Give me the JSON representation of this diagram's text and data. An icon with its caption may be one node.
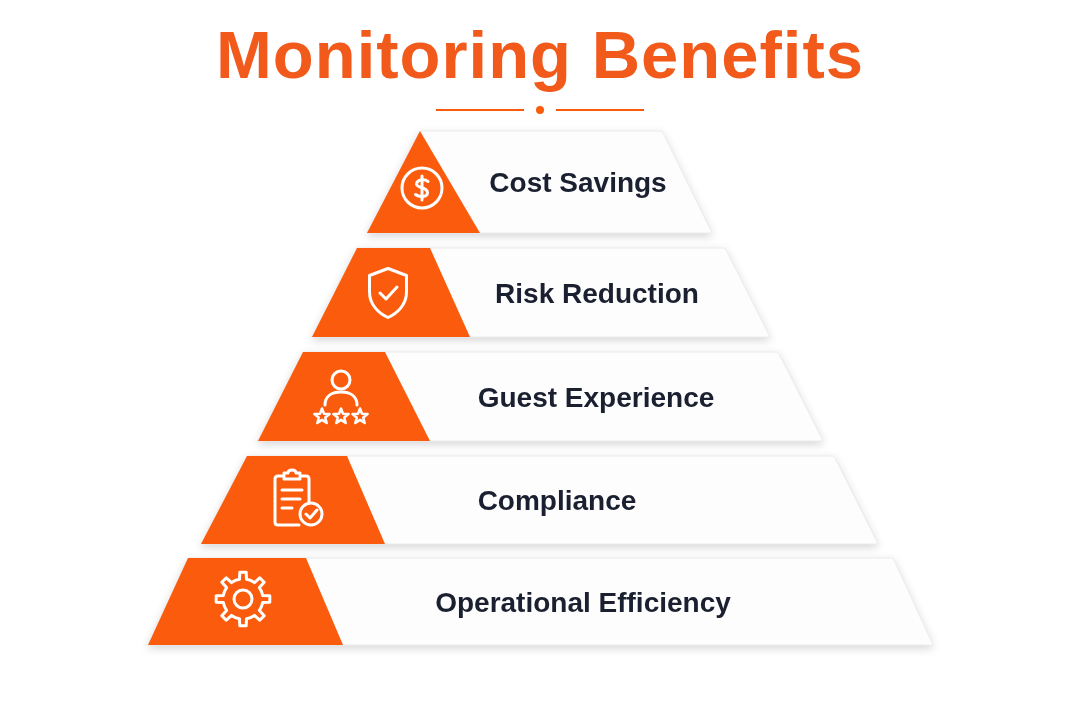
{
  "diagram": {
    "title": "Monitoring Benefits",
    "nodes": [
      {
        "text": [
          "Cost Savings"
        ]
      },
      {
        "text": [
          "Risk Reduction"
        ]
      },
      {
        "text": [
          "Guest Experience"
        ]
      },
      {
        "text": [
          "Compliance"
        ]
      },
      {
        "text": [
          "Operational Efficiency"
        ]
      }
    ]
  }
}
